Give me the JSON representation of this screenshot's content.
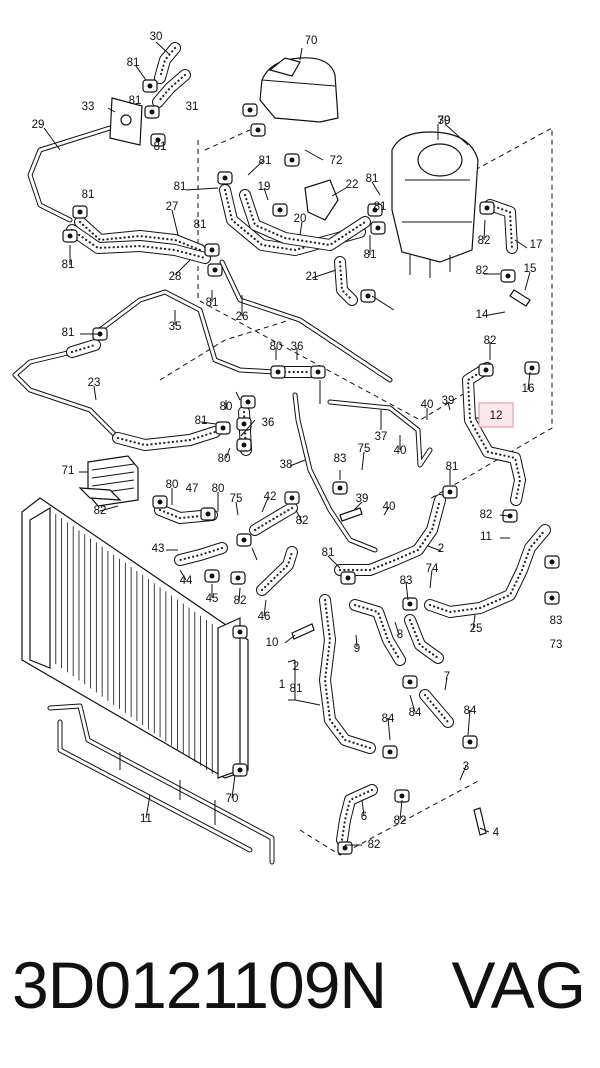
{
  "diagram": {
    "highlight_color": "#e8a0a8",
    "highlighted_label": "12",
    "labels": {
      "l30": "30",
      "l70a": "70",
      "l81a": "81",
      "l81b": "81",
      "l31": "31",
      "l33": "33",
      "l81c": "81",
      "l29": "29",
      "l81d": "81",
      "l70b": "70",
      "l39a": "39",
      "l72": "72",
      "l81e": "81",
      "l81f": "81",
      "l19": "19",
      "l22": "22",
      "l81g": "81",
      "l81h": "81",
      "l27": "27",
      "l20": "20",
      "l81i": "81",
      "l82a": "82",
      "l17": "17",
      "l81j": "81",
      "l28": "28",
      "l21": "21",
      "l82b": "82",
      "l15": "15",
      "l81k": "81",
      "l81l": "81",
      "l26": "26",
      "l14": "14",
      "l35": "35",
      "l81m": "81",
      "l80a": "80",
      "l36a": "36",
      "l82c": "82",
      "l16": "16",
      "l23": "23",
      "l80b": "80",
      "l40a": "40",
      "l39b": "39",
      "l12": "12",
      "l81n": "81",
      "l36b": "36",
      "l37": "37",
      "l80c": "80",
      "l40b": "40",
      "l38": "38",
      "l83a": "83",
      "l75a": "75",
      "l81o": "81",
      "l71": "71",
      "l82d": "82",
      "l80d": "80",
      "l47": "47",
      "l80e": "80",
      "l75b": "75",
      "l42": "42",
      "l39c": "39",
      "l40c": "40",
      "l82e": "82",
      "l11a": "11",
      "l82f": "82",
      "l2a": "2",
      "l43": "43",
      "l44": "44",
      "l45": "45",
      "l82g": "82",
      "l46": "46",
      "l81p": "81",
      "l83b": "83",
      "l74": "74",
      "l25": "25",
      "l83c": "83",
      "l73": "73",
      "l10": "10",
      "l9": "9",
      "l8": "8",
      "l1": "1",
      "l2b": "2",
      "l81q": "81",
      "l7": "7",
      "l84a": "84",
      "l84b": "84",
      "l84c": "84",
      "l70c": "70",
      "l11b": "11",
      "l3": "3",
      "l6": "6",
      "l82h": "82",
      "l4": "4",
      "l82i": "82"
    }
  },
  "caption": {
    "part_number": "3D0121109N",
    "brand": "VAG"
  }
}
